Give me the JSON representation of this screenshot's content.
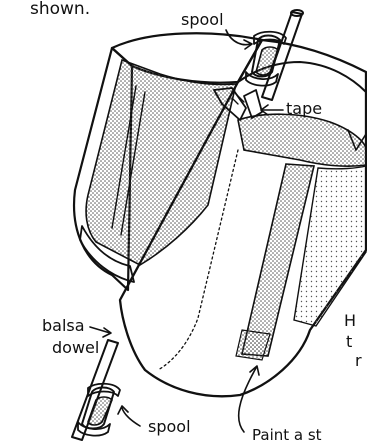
{
  "labels": {
    "top_fragment": "shown.",
    "spool_top": "spool",
    "tape": "tape",
    "balsa_line1": "balsa",
    "balsa_line2": "dowel",
    "spool_bottom": "spool",
    "paint_note": "Paint a st",
    "edge_fragment_1": "H",
    "edge_fragment_2": "t",
    "edge_fragment_3": "r"
  },
  "colors": {
    "ink": "#111111",
    "paper": "#ffffff",
    "stipple": "#4a4a4a"
  }
}
